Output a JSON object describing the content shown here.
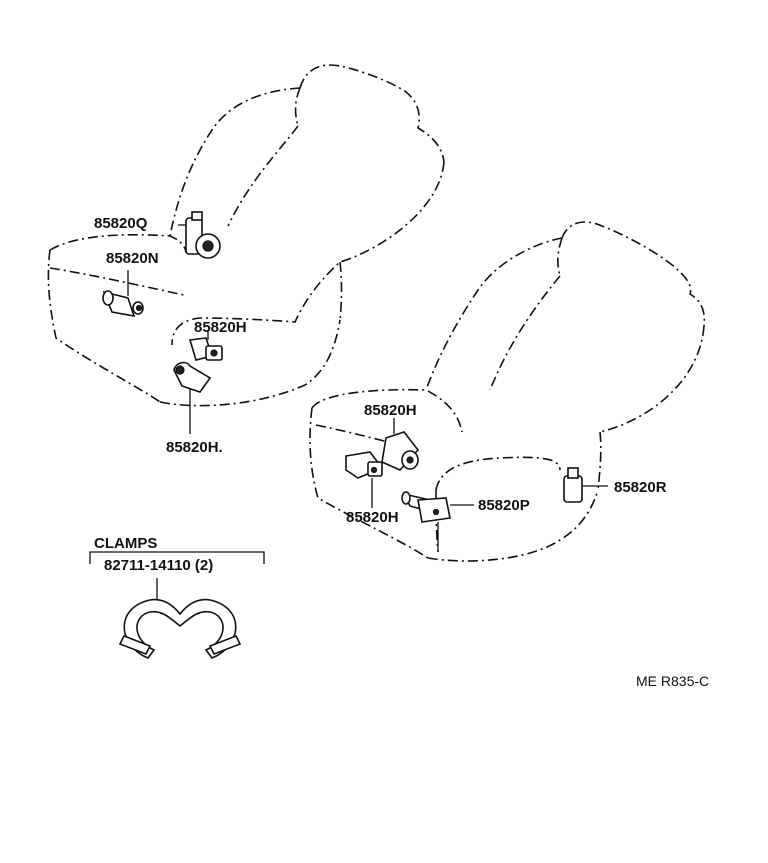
{
  "labels": {
    "p85820q": "85820Q",
    "p85820n": "85820N",
    "p85820h_a": "85820H",
    "p85820h_b": "85820H.",
    "p85820h_c": "85820H",
    "p85820h_d": "85820H",
    "p85820p": "85820P",
    "p85820r": "85820R"
  },
  "clamps": {
    "title": "CLAMPS",
    "part_number": "82711-14110 (2)"
  },
  "reference": "ME  R835-C"
}
